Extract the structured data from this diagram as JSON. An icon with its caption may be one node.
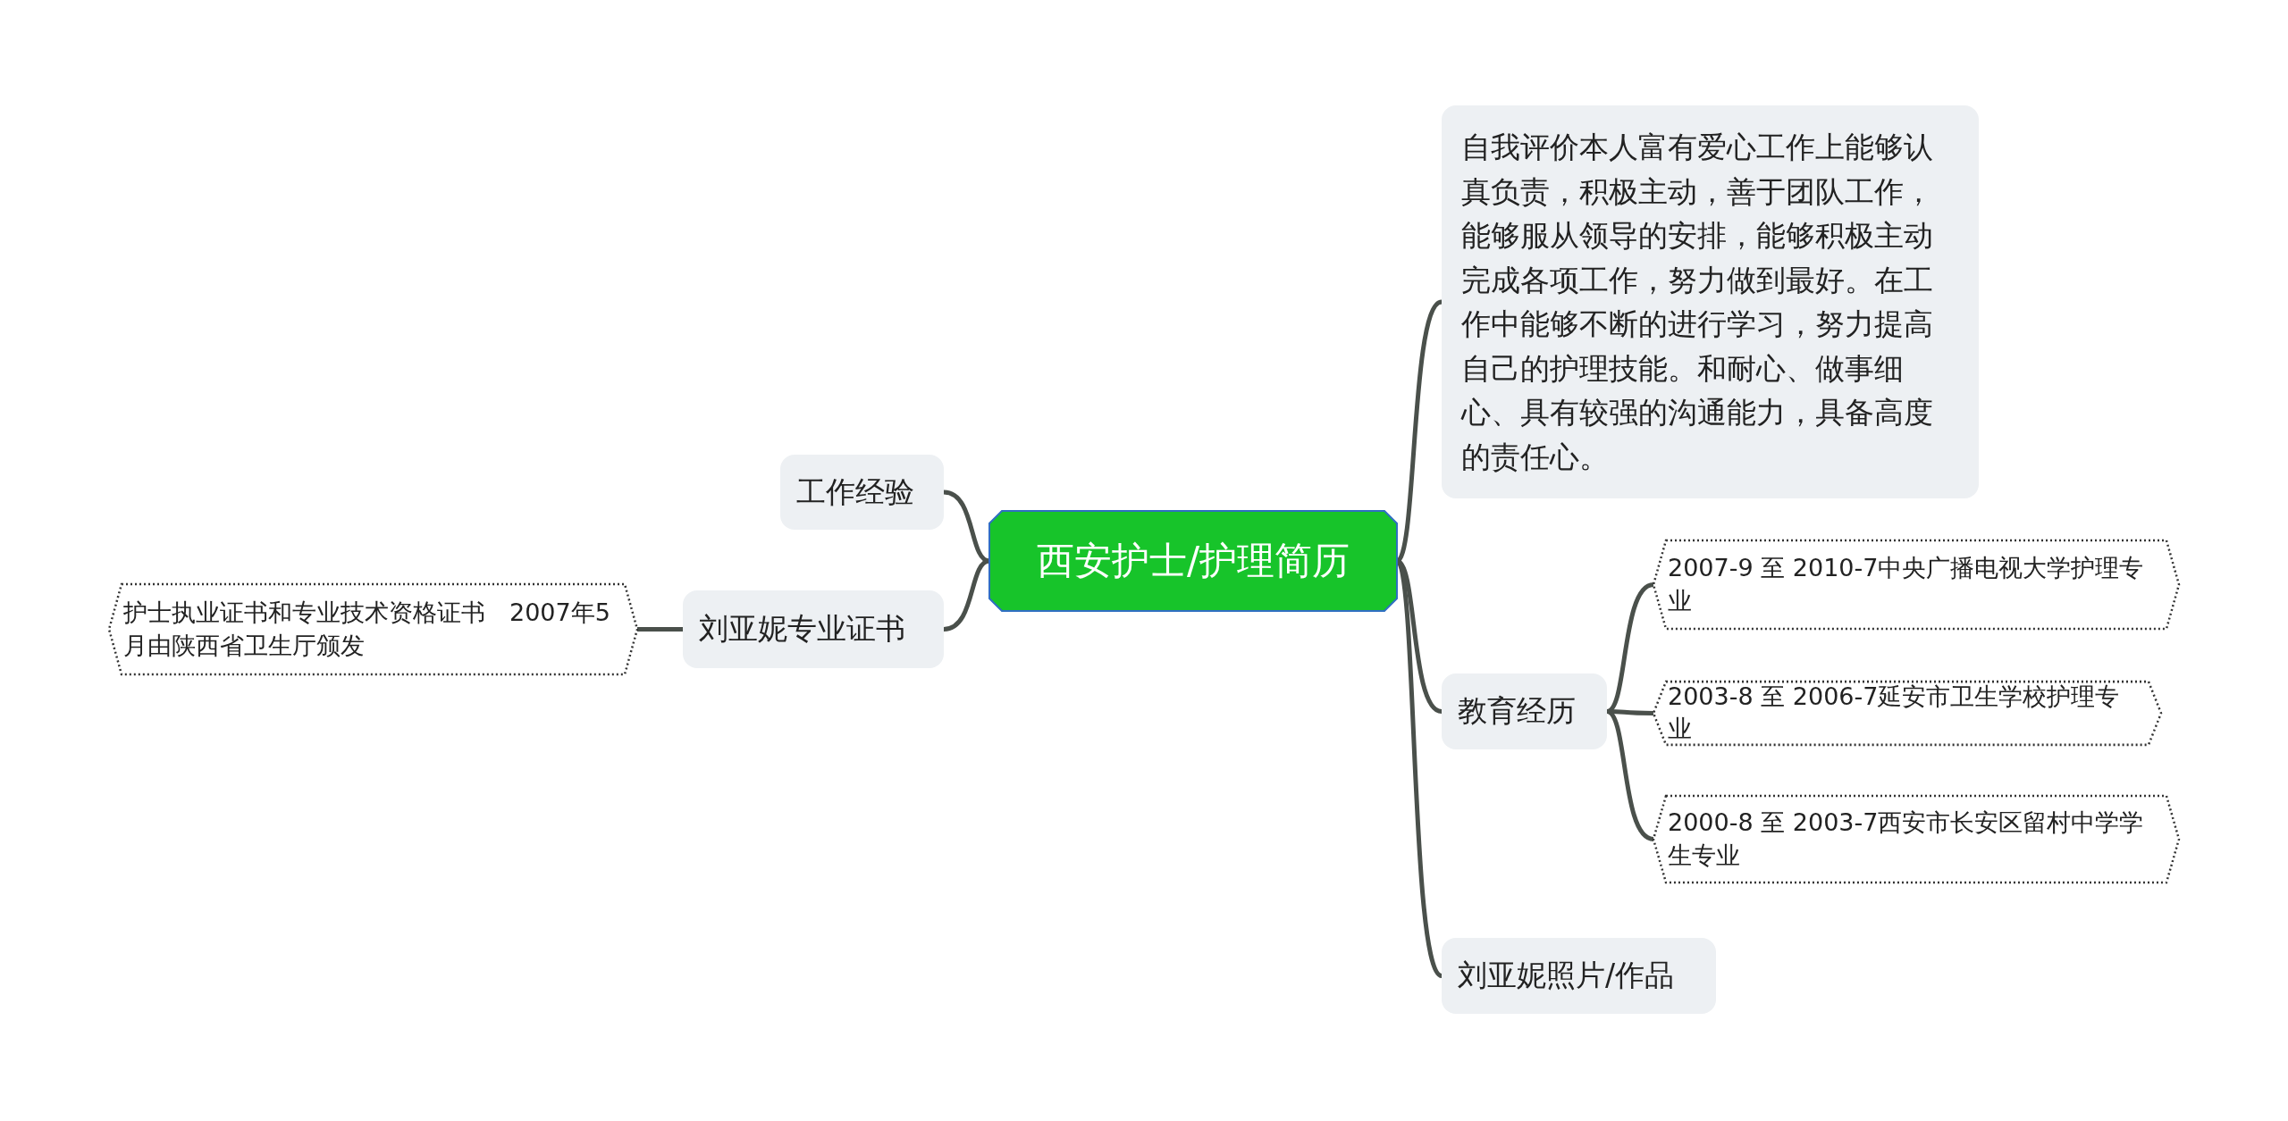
{
  "diagram": {
    "nodes": [
      {
        "text": [
          "西安护士/护理简历"
        ]
      },
      {
        "text": [
          "工作经验"
        ]
      },
      {
        "text": [
          "刘亚妮专业证书"
        ]
      },
      {
        "text": [
          "护士执业证书和专业技术资格证书　2007年5月由陕西省卫生厅颁发"
        ]
      },
      {
        "text": [
          "自我评价本人富有爱心工作上能够认真负责，积极主动，善于团队工作，能够服从领导的安排，能够积极主动完成各项工作，努力做到最好。在工作中能够不断的进行学习，努力提高自己的护理技能。和耐心、做事细心、具有较强的沟通能力，具备高度的责任心。"
        ]
      },
      {
        "text": [
          "教育经历"
        ]
      },
      {
        "text": [
          "2007-9 至 2010-7中央广播电视大学护理专业"
        ]
      },
      {
        "text": [
          "2003-8 至 2006-7延安市卫生学校护理专业"
        ]
      },
      {
        "text": [
          "2000-8 至 2003-7西安市长安区留村中学学生专业"
        ]
      },
      {
        "text": [
          "刘亚妮照片/作品"
        ]
      }
    ],
    "edges": [
      {
        "from": 0,
        "to": 1,
        "arrow": "none"
      },
      {
        "from": 0,
        "to": 2,
        "arrow": "none"
      },
      {
        "from": 2,
        "to": 3,
        "arrow": "none"
      },
      {
        "from": 0,
        "to": 4,
        "arrow": "none"
      },
      {
        "from": 0,
        "to": 5,
        "arrow": "none"
      },
      {
        "from": 0,
        "to": 9,
        "arrow": "none"
      },
      {
        "from": 5,
        "to": 6,
        "arrow": "none"
      },
      {
        "from": 5,
        "to": 7,
        "arrow": "none"
      },
      {
        "from": 5,
        "to": 8,
        "arrow": "none"
      }
    ]
  }
}
